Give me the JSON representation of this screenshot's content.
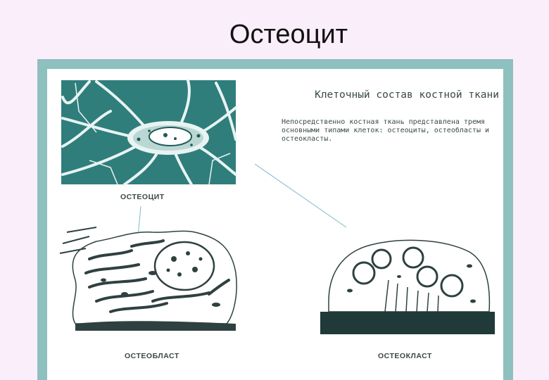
{
  "slide": {
    "title": "Остеоцит"
  },
  "figure": {
    "heading": "Клеточный состав костной ткани",
    "description": "Непосредственно костная ткань представлена тремя основными типами клеток: остеоциты, остеобласты и остеокласты.",
    "captions": {
      "osteocyte": "ОСТЕОЦИТ",
      "osteoblast": "ОСТЕОБЛАСТ",
      "osteoclast": "ОСТЕОКЛАСТ"
    },
    "colors": {
      "frame": "#8fc0c0",
      "cell_background": "#2f7e7c",
      "ink": "#2f4040"
    }
  }
}
